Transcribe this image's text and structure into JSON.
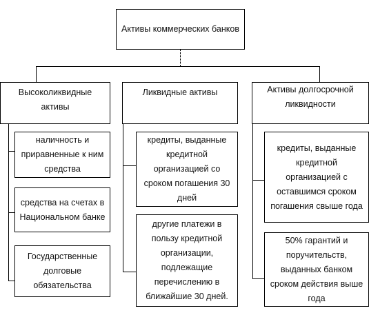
{
  "diagram": {
    "root": "Активы коммерческих банков",
    "columns": [
      {
        "title": "Высоколиквидные активы",
        "items": [
          "наличность и приравненные к ним средства",
          "средства на счетах в Национальном банке",
          "Государственные долговые обязательства"
        ]
      },
      {
        "title": "Ликвидные активы",
        "items": [
          "кредиты, выданные кредитной организацией со сроком погашения 30 дней",
          "другие платежи в пользу кредитной организации, подлежащие перечислению в ближайшие 30 дней."
        ]
      },
      {
        "title": "Активы долгосрочной ликвидности",
        "items": [
          "кредиты, выданные кредитной организацией с оставшимся сроком погашения свыше года",
          "50% гарантий и поручительств, выданных банком сроком действия выше года"
        ]
      }
    ]
  }
}
